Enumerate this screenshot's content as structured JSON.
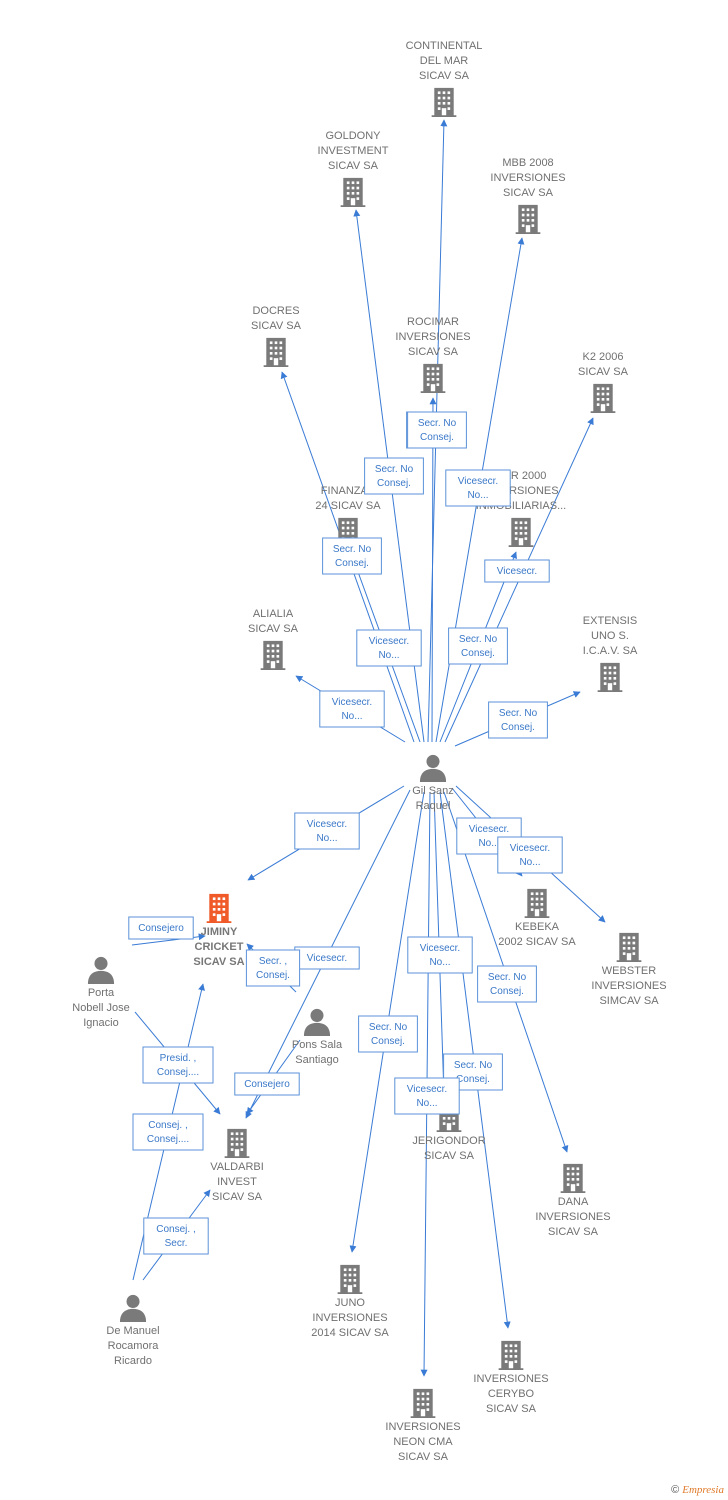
{
  "colors": {
    "edge": "#3a7bd5",
    "building": "#7a7a7a",
    "highlight": "#f05a28",
    "person": "#7a7a7a"
  },
  "nodes": [
    {
      "id": "continental",
      "type": "company",
      "label": [
        "CONTINENTAL",
        "DEL MAR",
        "SICAV SA"
      ]
    },
    {
      "id": "goldony",
      "type": "company",
      "label": [
        "GOLDONY",
        "INVESTMENT",
        "SICAV SA"
      ]
    },
    {
      "id": "mbb",
      "type": "company",
      "label": [
        "MBB 2008",
        "INVERSIONES",
        "SICAV SA"
      ]
    },
    {
      "id": "docres",
      "type": "company",
      "label": [
        "DOCRES",
        "SICAV SA"
      ]
    },
    {
      "id": "rocimar",
      "type": "company",
      "label": [
        "ROCIMAR",
        "INVERSIONES",
        "SICAV SA"
      ]
    },
    {
      "id": "k2",
      "type": "company",
      "label": [
        "K2 2006",
        "SICAV SA"
      ]
    },
    {
      "id": "car2000",
      "type": "company",
      "label": [
        "CAR 2000",
        "INVERSIONES",
        "INMOBILIARIAS..."
      ]
    },
    {
      "id": "finanzas24",
      "type": "company",
      "label": [
        "FINANZAS",
        "24 SICAV SA"
      ]
    },
    {
      "id": "alialia",
      "type": "company",
      "label": [
        "ALIALIA",
        "SICAV SA"
      ]
    },
    {
      "id": "extensis",
      "type": "company",
      "label": [
        "EXTENSIS",
        "UNO S.",
        "I.C.A.V. SA"
      ]
    },
    {
      "id": "gil",
      "type": "person",
      "label": [
        "Gil Sanz",
        "Raquel"
      ]
    },
    {
      "id": "jiminy",
      "type": "company",
      "highlight": true,
      "label": [
        "JIMINY",
        "CRICKET",
        "SICAV SA"
      ]
    },
    {
      "id": "kebeka",
      "type": "company",
      "label": [
        "KEBEKA",
        "2002 SICAV SA"
      ]
    },
    {
      "id": "webster",
      "type": "company",
      "label": [
        "WEBSTER",
        "INVERSIONES",
        "SIMCAV SA"
      ]
    },
    {
      "id": "porta",
      "type": "person",
      "label": [
        "Porta",
        "Nobell Jose",
        "Ignacio"
      ]
    },
    {
      "id": "pons",
      "type": "person",
      "label": [
        "Pons Sala",
        "Santiago"
      ]
    },
    {
      "id": "valdarbi",
      "type": "company",
      "label": [
        "VALDARBI",
        "INVEST",
        "SICAV SA"
      ]
    },
    {
      "id": "jerigondor",
      "type": "company",
      "label": [
        "JERIGONDOR",
        "SICAV SA"
      ]
    },
    {
      "id": "dana",
      "type": "company",
      "label": [
        "DANA",
        "INVERSIONES",
        "SICAV SA"
      ]
    },
    {
      "id": "juno",
      "type": "company",
      "label": [
        "JUNO",
        "INVERSIONES",
        "2014 SICAV SA"
      ]
    },
    {
      "id": "demanuel",
      "type": "person",
      "label": [
        "De Manuel",
        "Rocamora",
        "Ricardo"
      ]
    },
    {
      "id": "cerybo",
      "type": "company",
      "label": [
        "INVERSIONES",
        "CERYBO",
        "SICAV SA"
      ]
    },
    {
      "id": "neoncma",
      "type": "company",
      "label": [
        "INVERSIONES",
        "NEON CMA",
        "SICAV SA"
      ]
    }
  ],
  "edges": [
    {
      "from": "gil",
      "to": "continental",
      "label": [
        "Secr. No",
        "Consej."
      ]
    },
    {
      "from": "gil",
      "to": "goldony",
      "label": [
        "Secr. No",
        "Consej."
      ]
    },
    {
      "from": "gil",
      "to": "mbb",
      "label": [
        "Vicesecr.",
        "No..."
      ]
    },
    {
      "from": "gil",
      "to": "docres",
      "label": [
        "Secr. No",
        "Consej."
      ]
    },
    {
      "from": "gil",
      "to": "rocimar",
      "label": [
        "Secr. No",
        "Consej."
      ]
    },
    {
      "from": "gil",
      "to": "k2",
      "label": [
        "Vicesecr."
      ]
    },
    {
      "from": "gil",
      "to": "car2000",
      "label": [
        "Secr. No",
        "Consej."
      ]
    },
    {
      "from": "gil",
      "to": "finanzas24",
      "label": [
        "Vicesecr.",
        "No..."
      ]
    },
    {
      "from": "gil",
      "to": "alialia",
      "label": [
        "Vicesecr.",
        "No..."
      ]
    },
    {
      "from": "gil",
      "to": "extensis",
      "label": [
        "Secr. No",
        "Consej."
      ]
    },
    {
      "from": "gil",
      "to": "jiminy",
      "label": [
        "Vicesecr.",
        "No..."
      ]
    },
    {
      "from": "gil",
      "to": "kebeka",
      "label": [
        "Vicesecr.",
        "No..."
      ]
    },
    {
      "from": "gil",
      "to": "webster",
      "label": [
        "Vicesecr.",
        "No..."
      ]
    },
    {
      "from": "gil",
      "to": "valdarbi",
      "label": [
        "Vicesecr."
      ]
    },
    {
      "from": "gil",
      "to": "dana",
      "label": [
        "Secr. No",
        "Consej."
      ]
    },
    {
      "from": "gil",
      "to": "jerigondor",
      "label": [
        "Vicesecr.",
        "No..."
      ]
    },
    {
      "from": "gil",
      "to": "juno",
      "label": [
        "Secr. No",
        "Consej."
      ]
    },
    {
      "from": "gil",
      "to": "cerybo",
      "label": [
        "Secr. No",
        "Consej."
      ]
    },
    {
      "from": "gil",
      "to": "neoncma",
      "label": [
        "Vicesecr.",
        "No..."
      ]
    },
    {
      "from": "porta",
      "to": "jiminy",
      "label": [
        "Consejero"
      ]
    },
    {
      "from": "porta",
      "to": "valdarbi",
      "label": [
        "Presid. ,",
        "Consej...."
      ]
    },
    {
      "from": "pons",
      "to": "jiminy",
      "label": [
        "Secr. ,",
        "Consej."
      ]
    },
    {
      "from": "pons",
      "to": "valdarbi",
      "label": [
        "Consejero"
      ]
    },
    {
      "from": "demanuel",
      "to": "jiminy",
      "label": [
        "Consej. ,",
        "Consej...."
      ]
    },
    {
      "from": "demanuel",
      "to": "valdarbi",
      "label": [
        "Consej. ,",
        "Secr."
      ]
    }
  ],
  "footer": {
    "copyright": "©",
    "brand": "Empresia"
  }
}
